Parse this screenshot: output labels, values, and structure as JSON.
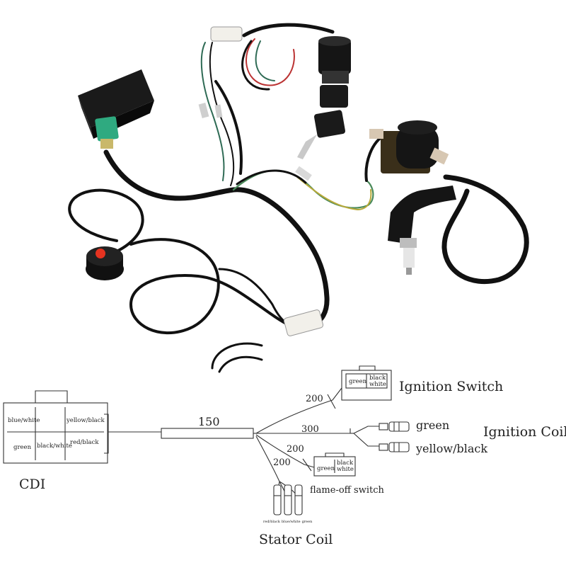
{
  "diagram": {
    "labels": {
      "ignition_switch": "Ignition Switch",
      "ignition_coil": "Ignition Coil",
      "cdi": "CDI",
      "stator_coil": "Stator Coil",
      "flame_off_switch": "flame-off switch",
      "green_wire": "green",
      "yellow_black_wire": "yellow/black"
    },
    "cdi_pins": {
      "blue_white": "blue/white",
      "yellow_black": "yellow/black",
      "green": "green",
      "black_white": "black/white",
      "red_black": "red/black"
    },
    "lengths": {
      "main": "150",
      "ignition_switch": "200",
      "ignition_coil": "300",
      "flame_off": "200",
      "stator": "200"
    },
    "ignition_switch_connector": {
      "left": "green",
      "right": "black\nwhite"
    },
    "flame_off_connector": {
      "left": "green",
      "right": "black\nwhite"
    },
    "stator_wires": [
      "red/black",
      "blue/white",
      "green"
    ]
  }
}
